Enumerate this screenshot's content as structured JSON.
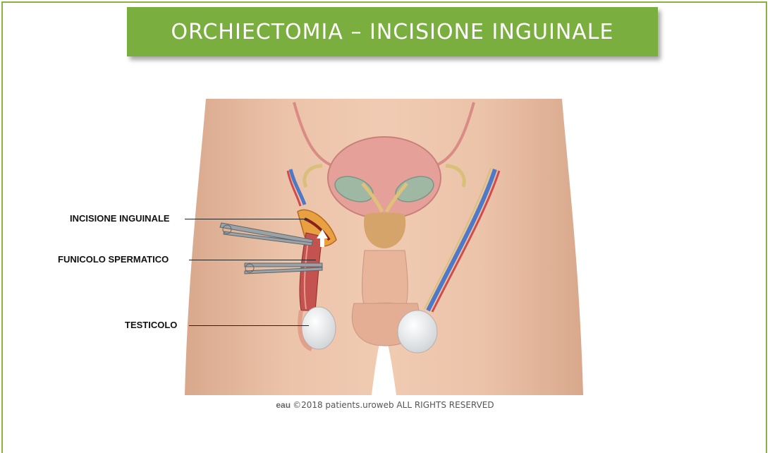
{
  "title": "ORCHIECTOMIA – INCISIONE INGUINALE",
  "labels": {
    "incision": "INCISIONE INGUINALE",
    "cord": "FUNICOLO SPERMATICO",
    "testicle": "TESTICOLO"
  },
  "footer": {
    "logo": "eau",
    "copyright": "©2018 patients.uroweb ALL RIGHTS RESERVED"
  },
  "colors": {
    "accent": "#7aae3f",
    "skin": "#e6b99e",
    "bladder": "#e5a09a",
    "seminal": "#9fb8a4",
    "prostate": "#d4a46a"
  }
}
